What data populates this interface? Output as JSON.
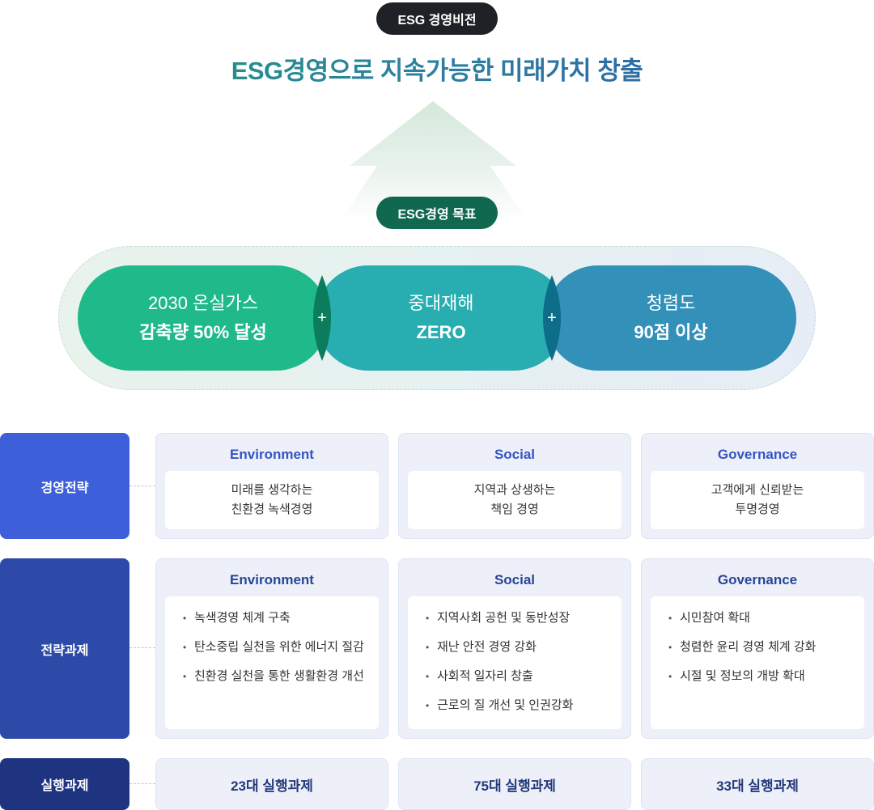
{
  "vision_label": "ESG 경영비전",
  "vision_title": "ESG경영으로 지속가능한 미래가치 창출",
  "goal_label": "ESG경영 목표",
  "goals": [
    {
      "line1": "2030 온실가스",
      "line2": "감축량 50% 달성",
      "color": "#20b98a"
    },
    {
      "line1": "중대재해",
      "line2": "ZERO",
      "color": "#28adb1"
    },
    {
      "line1": "청렴도",
      "line2": "90점 이상",
      "color": "#3390b8"
    }
  ],
  "plus_symbol": "+",
  "rows": {
    "strategy": {
      "label": "경영전략",
      "color": "#3d5fd9"
    },
    "tasks": {
      "label": "전략과제",
      "color": "#2d4aa8"
    },
    "execution": {
      "label": "실행과제",
      "color": "#1f3480"
    }
  },
  "strategy": [
    {
      "title": "Environment",
      "line1": "미래를 생각하는",
      "line2": "친환경 녹색경영"
    },
    {
      "title": "Social",
      "line1": "지역과 상생하는",
      "line2": "책임 경영"
    },
    {
      "title": "Governance",
      "line1": "고객에게 신뢰받는",
      "line2": "투명경영"
    }
  ],
  "tasks": [
    {
      "title": "Environment",
      "items": [
        "녹색경영 체계 구축",
        "탄소중립 실천을 위한 에너지 절감",
        "친환경 실천을 통한 생활환경 개선"
      ]
    },
    {
      "title": "Social",
      "items": [
        "지역사회 공헌 및 동반성장",
        "재난 안전 경영 강화",
        "사회적 일자리 창출",
        "근로의 질 개선 및 인권강화"
      ]
    },
    {
      "title": "Governance",
      "items": [
        "시민참여 확대",
        "청렴한 윤리 경영 체계 강화",
        "시절 및 정보의 개방 확대"
      ]
    }
  ],
  "execution": [
    "23대 실행과제",
    "75대 실행과제",
    "33대 실행과제"
  ],
  "colors": {
    "title_blue": "#2f50b8",
    "vision_pill": "#1e2126",
    "goal_pill": "#10684f"
  }
}
